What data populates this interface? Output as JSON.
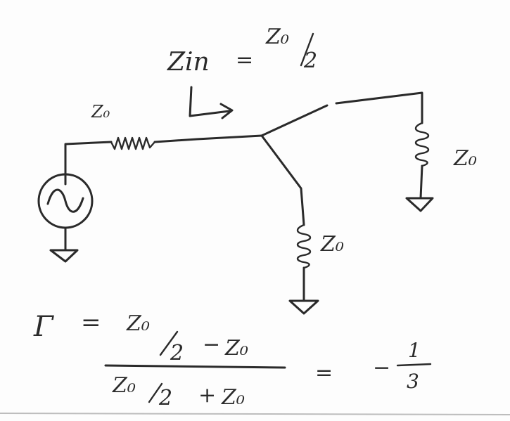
{
  "zin": {
    "lhs": "Zin",
    "eq": "=",
    "num": "Z₀",
    "den": "2"
  },
  "labels": {
    "source_impedance": "Z₀",
    "load_right": "Z₀",
    "load_bottom": "Z₀"
  },
  "equation": {
    "gamma": "Γ",
    "eq1": "=",
    "num_z": "Z₀",
    "num_half": "2",
    "num_minus": "−",
    "num_z0": "Z₀",
    "den_z": "Z₀",
    "den_half": "2",
    "den_plus": "+",
    "den_z0": "Z₀",
    "eq2": "=",
    "result_sign": "−",
    "result_num": "1",
    "result_den": "3"
  },
  "source_icon": "ac-source-icon",
  "ink_color": "#2a2a2a"
}
